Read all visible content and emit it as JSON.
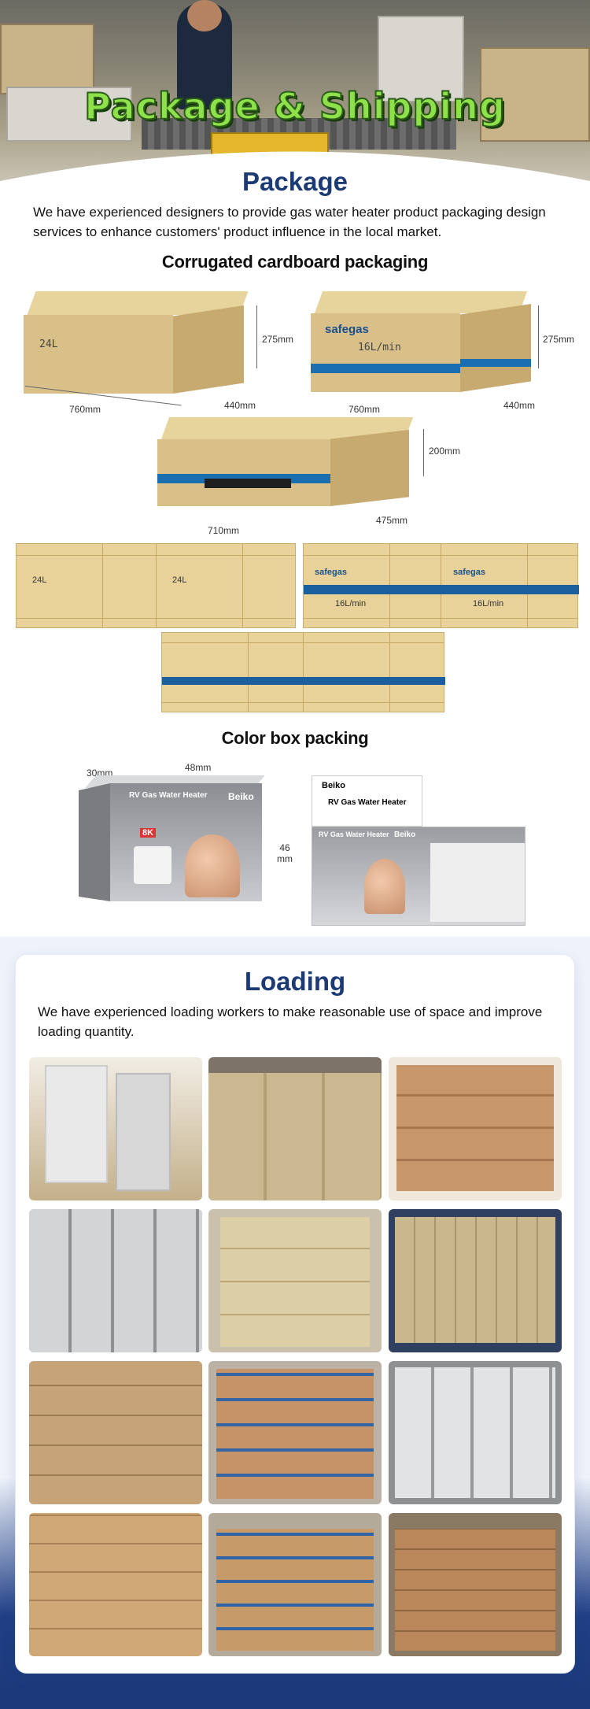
{
  "hero": {
    "title": "Package & Shipping"
  },
  "package": {
    "title": "Package",
    "intro": "We have experienced designers to provide gas water heater product packaging design services to enhance customers' product influence in the local market.",
    "corrugated_title": "Corrugated cardboard packaging",
    "boxes": [
      {
        "label": "24L",
        "height": "275mm",
        "length": "760mm",
        "width": "440mm"
      },
      {
        "brand": "safegas",
        "label": "16L/min",
        "height": "275mm",
        "length": "760mm",
        "width": "440mm"
      },
      {
        "height": "200mm",
        "length": "710mm",
        "width": "475mm"
      }
    ],
    "flat_labels": {
      "left_a": "24L",
      "left_b": "24L",
      "mid_a": "safegas",
      "mid_b": "16L/min",
      "mid_c": "safegas",
      "mid_d": "16L/min"
    },
    "color_box_title": "Color box packing",
    "color_box": {
      "brand": "Beiko",
      "product": "RV Gas Water Heater",
      "model": "8K",
      "dim_depth": "30mm",
      "dim_width": "48mm",
      "dim_height": "46 mm"
    }
  },
  "loading": {
    "title": "Loading",
    "intro": "We have experienced loading workers to make reasonable use of space and improve loading quantity."
  }
}
